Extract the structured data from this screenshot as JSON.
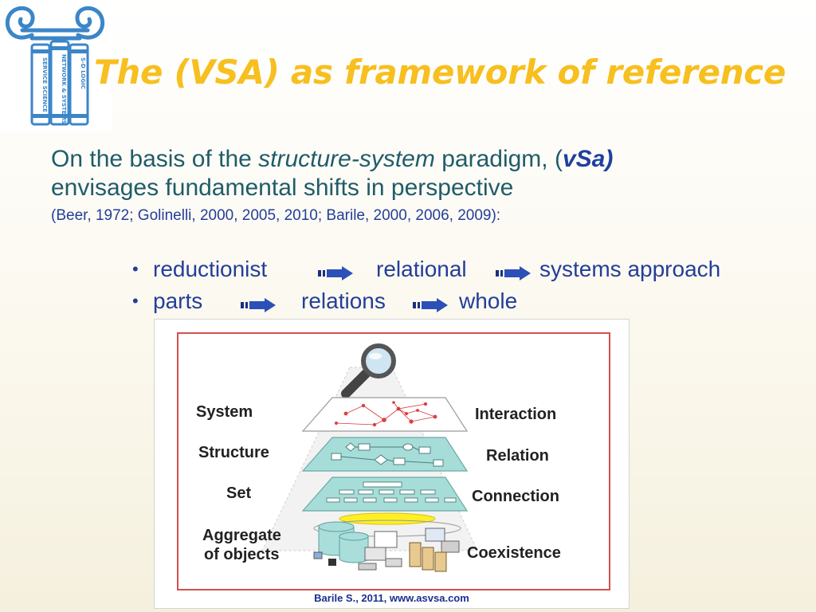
{
  "logo": {
    "book_labels": [
      "SERVICE SCIENCE",
      "NETWORK & SYSTEMS",
      "S-D LOGIC"
    ]
  },
  "title": "The (VSA) as framework of reference",
  "intro": {
    "part1": "On the basis of the ",
    "emphasis": "structure-system",
    "part2": " paradigm, (",
    "vsa": "vSa)",
    "line2": "envisages fundamental shifts in perspective",
    "refs": "(Beer, 1972; Golinelli, 2000, 2005, 2010; Barile, 2000, 2006, 2009):"
  },
  "bullets": [
    {
      "a": "reductionist",
      "b": "relational",
      "c": "systems approach"
    },
    {
      "a": "parts",
      "b": "relations",
      "c": "whole"
    }
  ],
  "diagram": {
    "left_labels": [
      "System",
      "Structure",
      "Set",
      "Aggregate",
      "of objects"
    ],
    "right_labels": [
      "Interaction",
      "Relation",
      "Connection",
      "Coexistence"
    ],
    "caption": "Barile S., 2011, www.asvsa.com"
  },
  "colors": {
    "title": "#f7bf1f",
    "body_teal": "#1f5c6a",
    "bullet_blue": "#233e9a",
    "frame_red": "#d2504f"
  }
}
